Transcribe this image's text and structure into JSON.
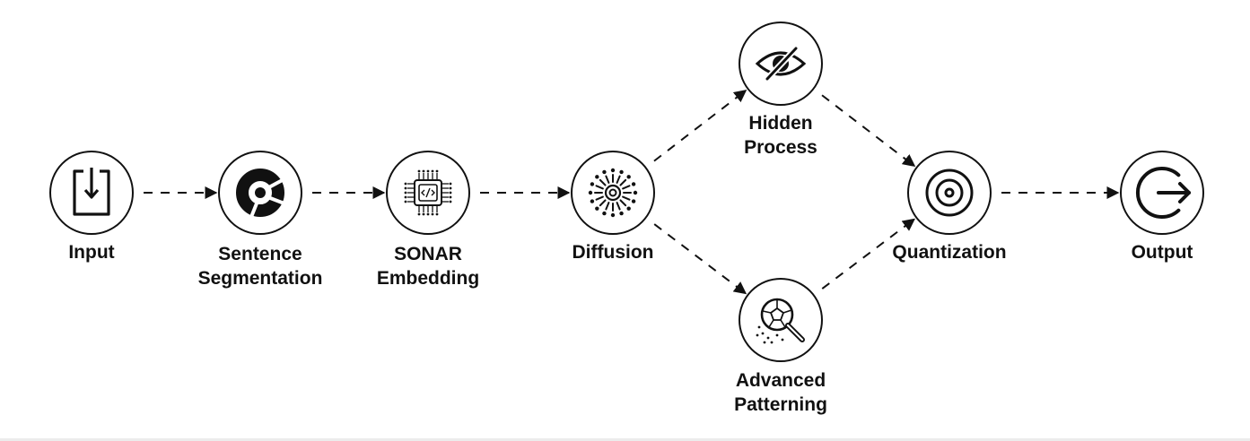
{
  "nodes": [
    {
      "id": "input",
      "label": [
        "Input"
      ],
      "icon": "download-tray-icon"
    },
    {
      "id": "sentence-segmentation",
      "label": [
        "Sentence",
        "Segmentation"
      ],
      "icon": "segmented-ring-icon"
    },
    {
      "id": "sonar-embedding",
      "label": [
        "SONAR",
        "Embedding"
      ],
      "icon": "code-chip-icon"
    },
    {
      "id": "diffusion",
      "label": [
        "Diffusion"
      ],
      "icon": "radial-burst-icon"
    },
    {
      "id": "hidden-process",
      "label": [
        "Hidden",
        "Process"
      ],
      "icon": "eye-slash-icon"
    },
    {
      "id": "advanced-patterning",
      "label": [
        "Advanced",
        "Patterning"
      ],
      "icon": "magnifier-pattern-icon"
    },
    {
      "id": "quantization",
      "label": [
        "Quantization"
      ],
      "icon": "concentric-target-icon"
    },
    {
      "id": "output",
      "label": [
        "Output"
      ],
      "icon": "exit-arrow-icon"
    }
  ],
  "edges": [
    {
      "from": "input",
      "to": "sentence-segmentation"
    },
    {
      "from": "sentence-segmentation",
      "to": "sonar-embedding"
    },
    {
      "from": "sonar-embedding",
      "to": "diffusion"
    },
    {
      "from": "diffusion",
      "to": "hidden-process"
    },
    {
      "from": "diffusion",
      "to": "advanced-patterning"
    },
    {
      "from": "hidden-process",
      "to": "quantization"
    },
    {
      "from": "advanced-patterning",
      "to": "quantization"
    },
    {
      "from": "quantization",
      "to": "output"
    }
  ]
}
